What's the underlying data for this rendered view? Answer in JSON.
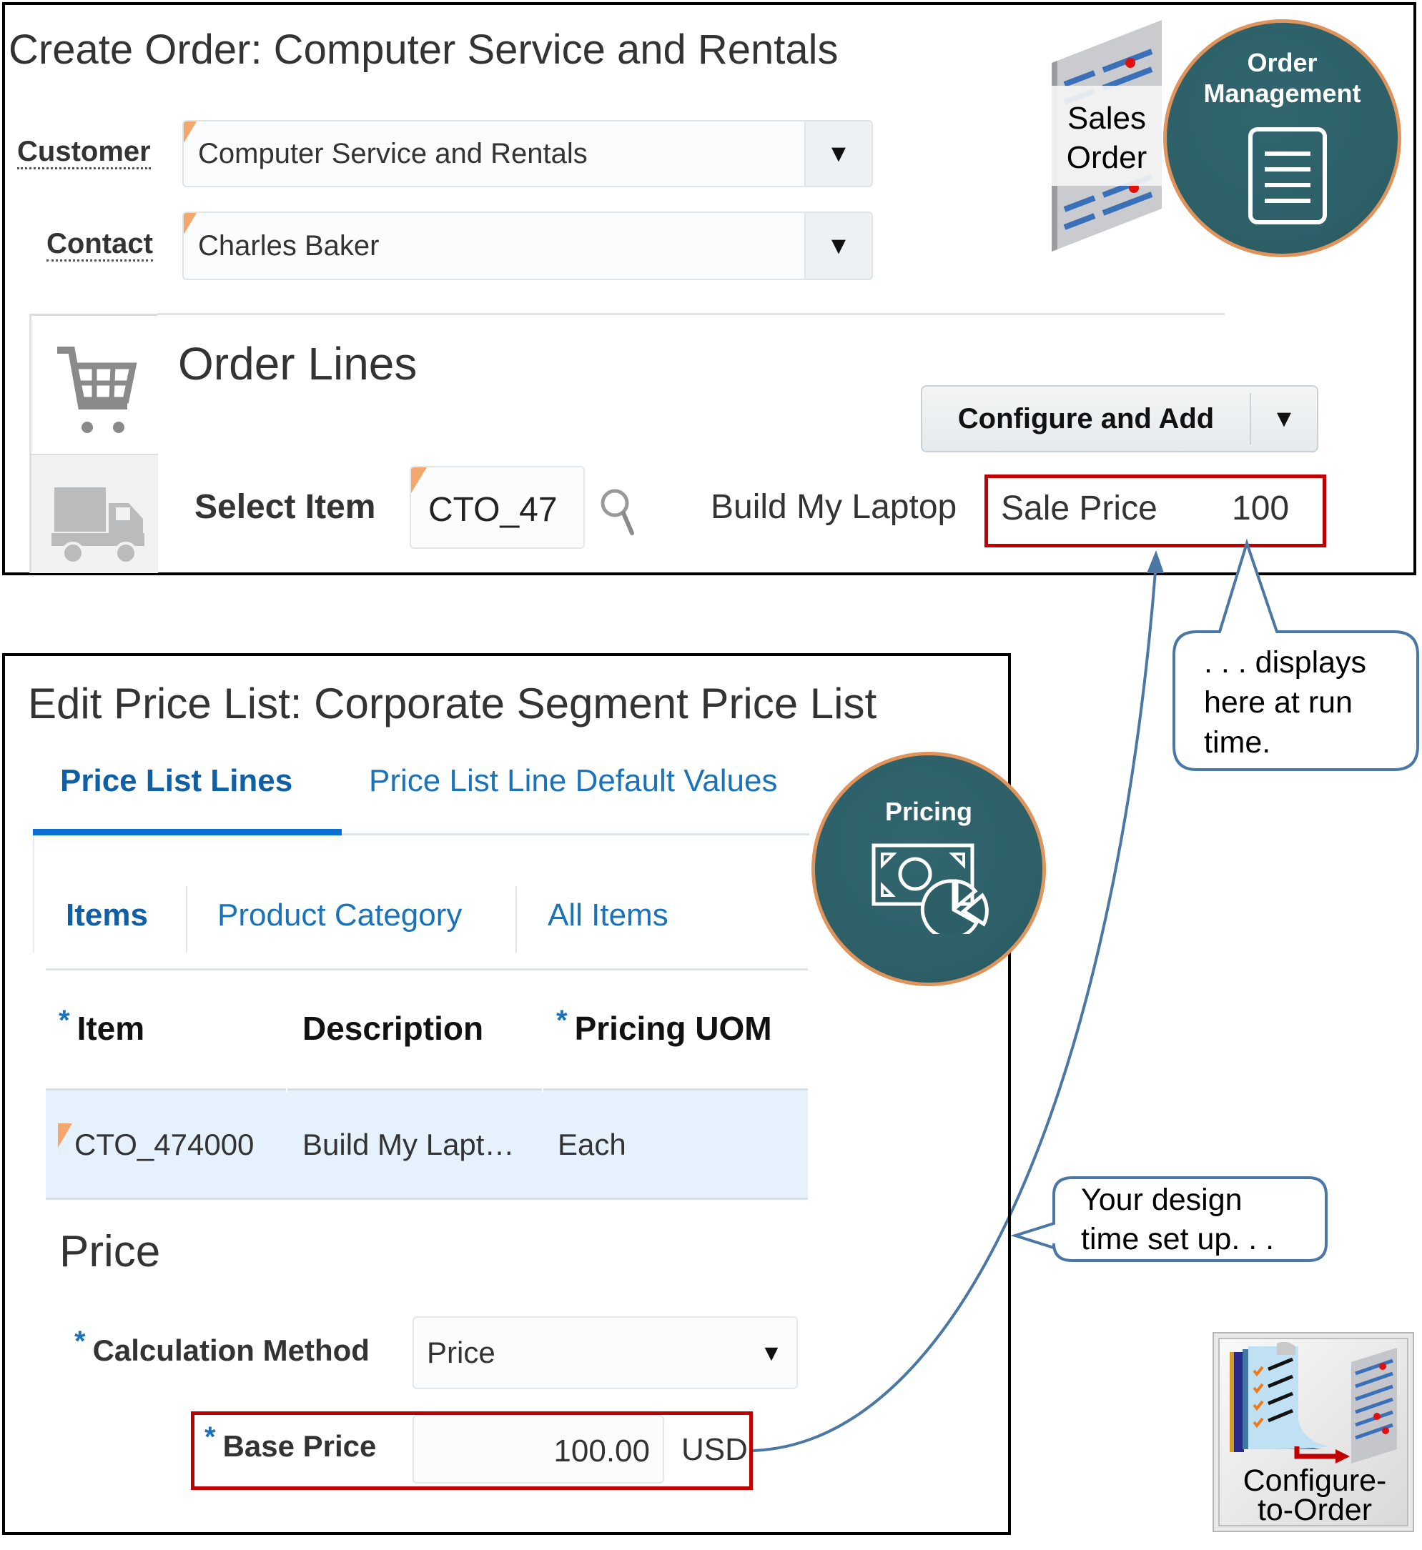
{
  "create_order": {
    "title": "Create Order: Computer Service and Rentals",
    "customer_label": "Customer",
    "customer_value": "Computer Service and Rentals",
    "contact_label": "Contact",
    "contact_value": "Charles Baker",
    "dropdown_glyph": "▼",
    "sales_order_icon_label_line1": "Sales",
    "sales_order_icon_label_line2": "Order",
    "badge_line1": "Order",
    "badge_line2": "Management",
    "order_lines": {
      "title": "Order Lines",
      "configure_button": "Configure and Add",
      "select_item_label": "Select Item",
      "select_item_value": "CTO_47",
      "item_description": "Build My Laptop",
      "sale_price_label": "Sale Price",
      "sale_price_value": "100"
    }
  },
  "callouts": {
    "runtime": [
      ". . . displays",
      "here at run",
      "time."
    ],
    "design_time": [
      "Your design",
      "time set up. . ."
    ]
  },
  "edit_price_list": {
    "title": "Edit Price List: Corporate Segment Price List",
    "tabs": [
      {
        "label": "Price List Lines",
        "active": true
      },
      {
        "label": "Price List Line Default Values",
        "active": false
      }
    ],
    "subtabs": [
      {
        "label": "Items",
        "active": true
      },
      {
        "label": "Product Category",
        "active": false
      },
      {
        "label": "All Items",
        "active": false
      }
    ],
    "badge_label": "Pricing",
    "table": {
      "columns": [
        {
          "label": "Item",
          "required": true
        },
        {
          "label": "Description",
          "required": false
        },
        {
          "label": "Pricing UOM",
          "required": true
        }
      ],
      "rows": [
        {
          "item": "CTO_474000",
          "description": "Build My Lapt…",
          "uom": "Each"
        }
      ]
    },
    "price_section": {
      "heading": "Price",
      "calc_method_label": "Calculation Method",
      "calc_method_value": "Price",
      "base_price_label": "Base Price",
      "base_price_value": "100.00",
      "currency": "USD",
      "required_mark": "*"
    }
  },
  "cto_icon": {
    "label_line1": "Configure-",
    "label_line2": "to-Order"
  },
  "colors": {
    "highlight_red": "#c00000",
    "link_blue": "#1a73b8",
    "badge_teal": "#2d5f67",
    "badge_ring": "#e0935a",
    "connector_blue": "#4a77a3"
  }
}
